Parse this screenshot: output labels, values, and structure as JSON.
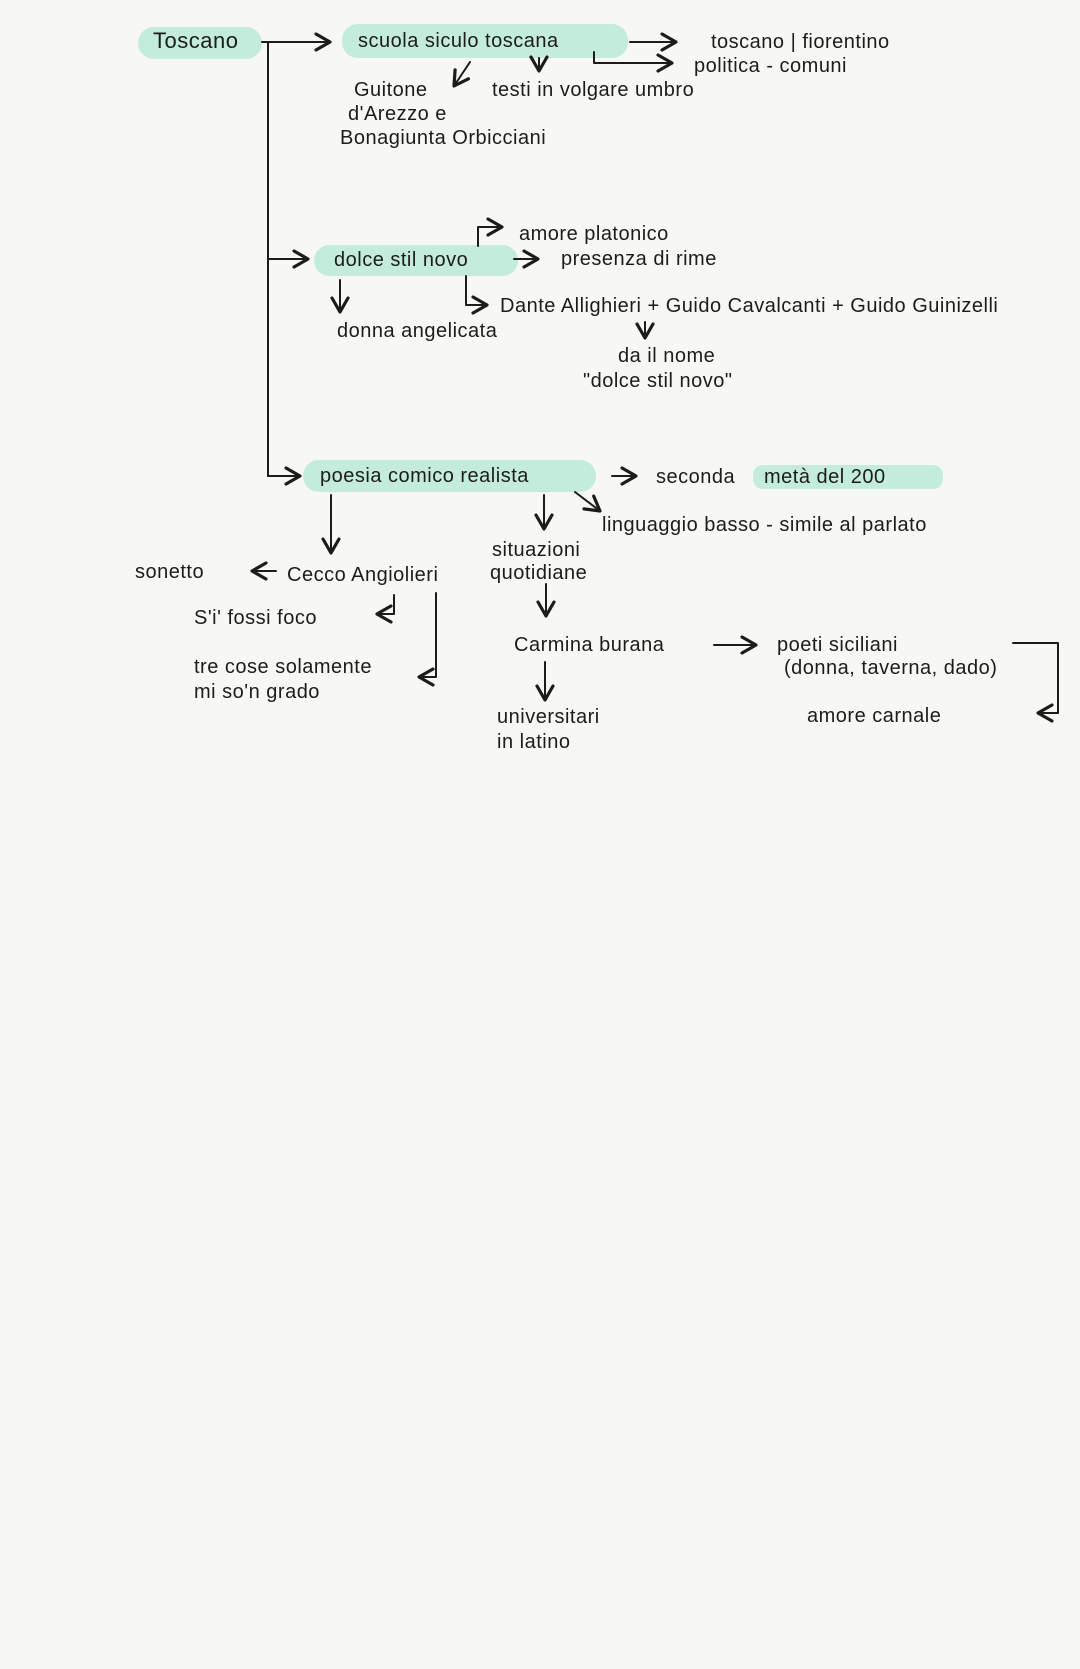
{
  "root": "Toscano",
  "branches": {
    "scuola": {
      "title": "scuola siculo toscana",
      "toscano": "toscano | fiorentino",
      "politica": "politica - comuni",
      "testi": "testi in volgare umbro",
      "authors": [
        "Guitone",
        "d'Arezzo e",
        "Bonagiunta Orbicciani"
      ]
    },
    "stilnovo": {
      "title": "dolce stil novo",
      "amore": "amore platonico",
      "rime": "presenza di rime",
      "poets": "Dante Allighieri + Guido Cavalcanti + Guido Guinizelli",
      "nome": [
        "da il nome",
        "\"dolce stil novo\""
      ],
      "donna": "donna angelicata"
    },
    "comico": {
      "title": "poesia comico realista",
      "periodo_a": "seconda",
      "periodo_b": "metà del 200",
      "linguaggio": "linguaggio basso - simile al parlato",
      "situazioni": [
        "situazioni",
        "quotidiane"
      ],
      "cecco": "Cecco Angiolieri",
      "sonetto": "sonetto",
      "fossi": "S'i' fossi foco",
      "tre_cose": [
        "tre cose solamente",
        "mi so'n grado"
      ],
      "carmina": "Carmina burana",
      "poeti": "poeti siciliani",
      "temi": "(donna, taverna, dado)",
      "amore": "amore carnale",
      "universitari": [
        "universitari",
        "in latino"
      ]
    }
  },
  "colors": {
    "highlight": "#c4ecda",
    "background": "#f7f7f3",
    "ink": "#1c1c1c"
  }
}
